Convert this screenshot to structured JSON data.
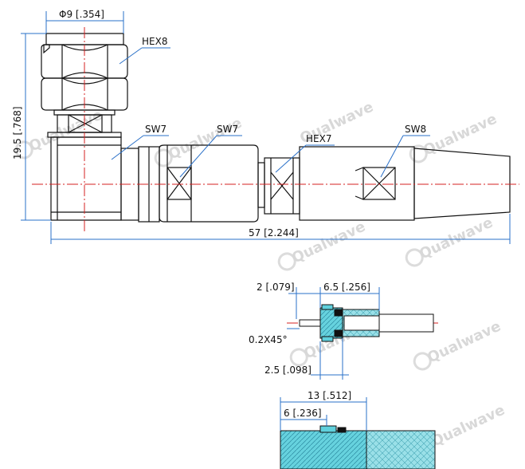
{
  "top_view": {
    "dia_label": "Φ9 [.354]",
    "height_label": "19.5 [.768]",
    "length_label": "57 [2.244]",
    "callouts": [
      "HEX8",
      "SW7",
      "SW7",
      "HEX7",
      "SW8"
    ]
  },
  "detail_a": {
    "d1": "2 [.079]",
    "d2": "6.5 [.256]",
    "chamfer": "0.2X45°",
    "d3": "2.5 [.098]"
  },
  "detail_b": {
    "d1": "13 [.512]",
    "d2": "6 [.236]"
  },
  "watermark": "Qualwave",
  "colors": {
    "line": "#111111",
    "center_line": "#d42020",
    "dimension": "#2a70c8",
    "dielectric": "#5fd0dc",
    "jacket": "#8fdde6"
  }
}
